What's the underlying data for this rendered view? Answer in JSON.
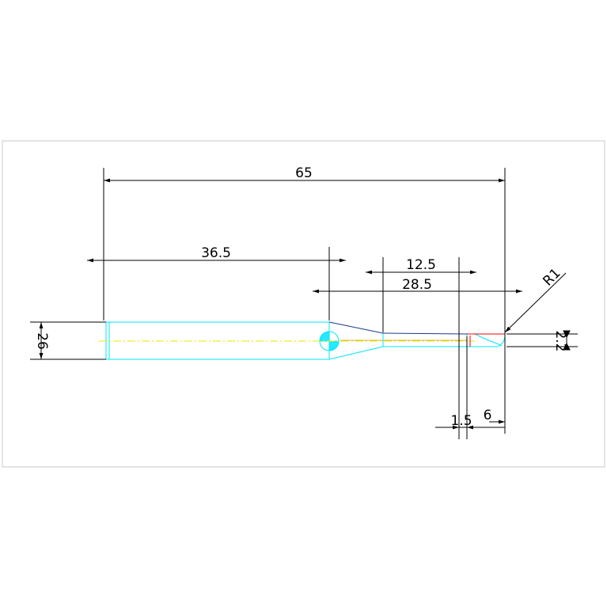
{
  "drawing": {
    "dimensions": {
      "overall_length": "65",
      "shank_length": "36.5",
      "flute_length": "12.5",
      "neck_length": "28.5",
      "corner_radius": "R1",
      "shank_diameter": "26",
      "tip_diameter": "2.2",
      "small_length_a": "1.5",
      "small_length_b": "6"
    },
    "colors": {
      "background": "#ffffff",
      "frame": "#c8c8c8",
      "dimension": "#000000",
      "part_outline": "#00e5ff",
      "centerline": "#e8e800",
      "highlight": "#ff0000",
      "neck_edge": "#1a3a8a"
    }
  }
}
